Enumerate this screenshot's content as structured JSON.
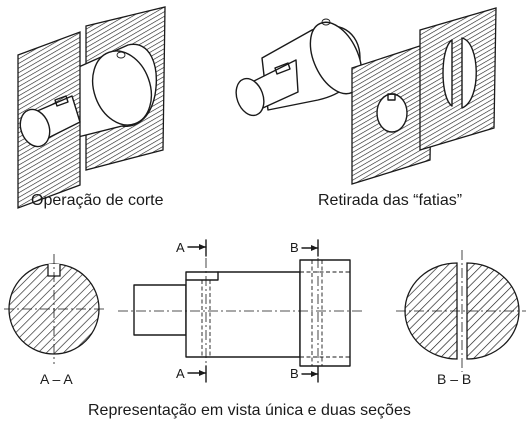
{
  "captions": {
    "cutting_operation": "Operação de corte",
    "slice_removal": "Retirada das “fatias”",
    "representation": "Representação em vista única e duas seções"
  },
  "section_marks": {
    "a_top": "A",
    "a_bottom": "A",
    "b_top": "B",
    "b_bottom": "B",
    "a_label": "A – A",
    "b_label": "B – B"
  }
}
